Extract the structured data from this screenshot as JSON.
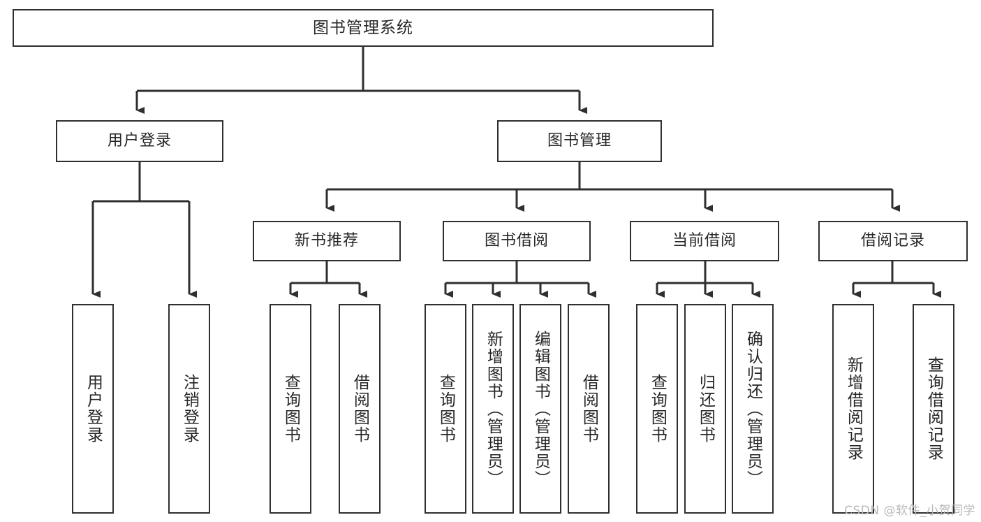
{
  "diagram": {
    "title": "图书管理系统",
    "type": "tree-hierarchy-chart",
    "orientation": "top-down",
    "line_color": "#2f2f2f",
    "box_fill": "#ffffff",
    "text_color": "#262626",
    "background": "#ffffff"
  },
  "nodes": {
    "root": {
      "label": "图书管理系统"
    },
    "level1": [
      {
        "label": "用户登录"
      },
      {
        "label": "图书管理"
      }
    ],
    "level2": [
      {
        "label": "新书推荐"
      },
      {
        "label": "图书借阅"
      },
      {
        "label": "当前借阅"
      },
      {
        "label": "借阅记录"
      }
    ],
    "leaves": {
      "user_login": [
        {
          "label": "用户登录"
        },
        {
          "label": "注销登录"
        }
      ],
      "new_book_recommend": [
        {
          "label": "查询图书"
        },
        {
          "label": "借阅图书"
        }
      ],
      "book_borrow": [
        {
          "label": "查询图书"
        },
        {
          "label": "新增图书（管理员）"
        },
        {
          "label": "编辑图书（管理员）"
        },
        {
          "label": "借阅图书"
        }
      ],
      "current_borrow": [
        {
          "label": "查询图书"
        },
        {
          "label": "归还图书"
        },
        {
          "label": "确认归还（管理员）"
        }
      ],
      "borrow_record": [
        {
          "label": "新增借阅记录"
        },
        {
          "label": "查询借阅记录"
        }
      ]
    }
  },
  "watermark": {
    "text": "CSDN @软件_小贺同学"
  }
}
